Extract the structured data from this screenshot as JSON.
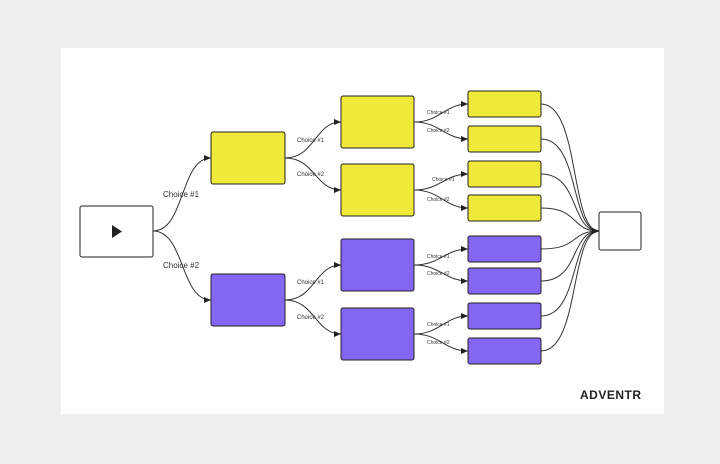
{
  "brand": {
    "name": "ADVENTR"
  },
  "colors": {
    "background": "#efefef",
    "card": "#ffffff",
    "yellow": "#f1e93a",
    "purple": "#8466f5",
    "stroke": "#222222",
    "connector": "#333333"
  },
  "labels": {
    "choice1": "Choice #1",
    "choice2": "Choice #2"
  },
  "icons": {
    "start": "play-icon"
  }
}
